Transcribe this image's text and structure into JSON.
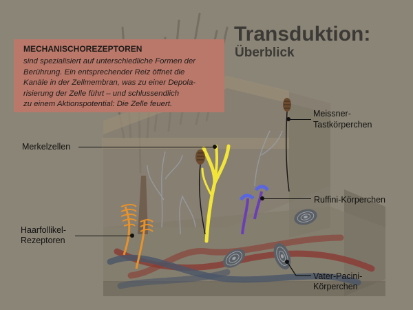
{
  "title": "Transduktion:",
  "subtitle": "Überblick",
  "info_box": {
    "heading": "MECHANISCHOREZEPTOREN",
    "body": "sind spezialisiert auf unterschiedliche Formen der Berührung. Ein entsprechender Reiz öffnet die Kanäle in der Zellmembran, was zu einer Depolarisierung der Zelle führt – und schlussendlich zu einem Aktionspotential: Die Zelle feuert.",
    "lines": [
      "sind spezialisiert auf unterschiedliche Formen der",
      "Berührung. Ein entsprechender Reiz öffnet die",
      "Kanäle in der Zellmembran, was zu einer Depola-",
      "risierung der Zelle führt – und schlussendlich",
      "zu einem Aktionspotential: Die Zelle feuert."
    ]
  },
  "labels": {
    "merkel": "Merkelzellen",
    "haarfollikel_1": "Haarfollikel-",
    "haarfollikel_2": "Rezeptoren",
    "meissner_1": "Meissner-",
    "meissner_2": "Tastkörperchen",
    "ruffini": "Ruffini-Körperchen",
    "pacini_1": "Vater-Pacini-",
    "pacini_2": "Körperchen"
  },
  "colors": {
    "background": "#8b8577",
    "info_box": "#b9786a",
    "title_text": "#3c3a36",
    "merkel": "#f2e53a",
    "hair_receptor": "#e8922a",
    "ruffini": "#6a3fb5",
    "ruffini_tip": "#5a66e0",
    "meissner": "#6b4a2e",
    "pacini": "#5a5f66",
    "blood_red": "#8a3a32",
    "blood_blue": "#4a5568"
  },
  "icons": [
    "skin-block",
    "hair-strands",
    "merkel-cell-icon",
    "meissner-corpuscle-icon",
    "ruffini-ending-icon",
    "pacini-corpuscle-icon",
    "hair-follicle-receptor-icon",
    "blood-vessels"
  ]
}
